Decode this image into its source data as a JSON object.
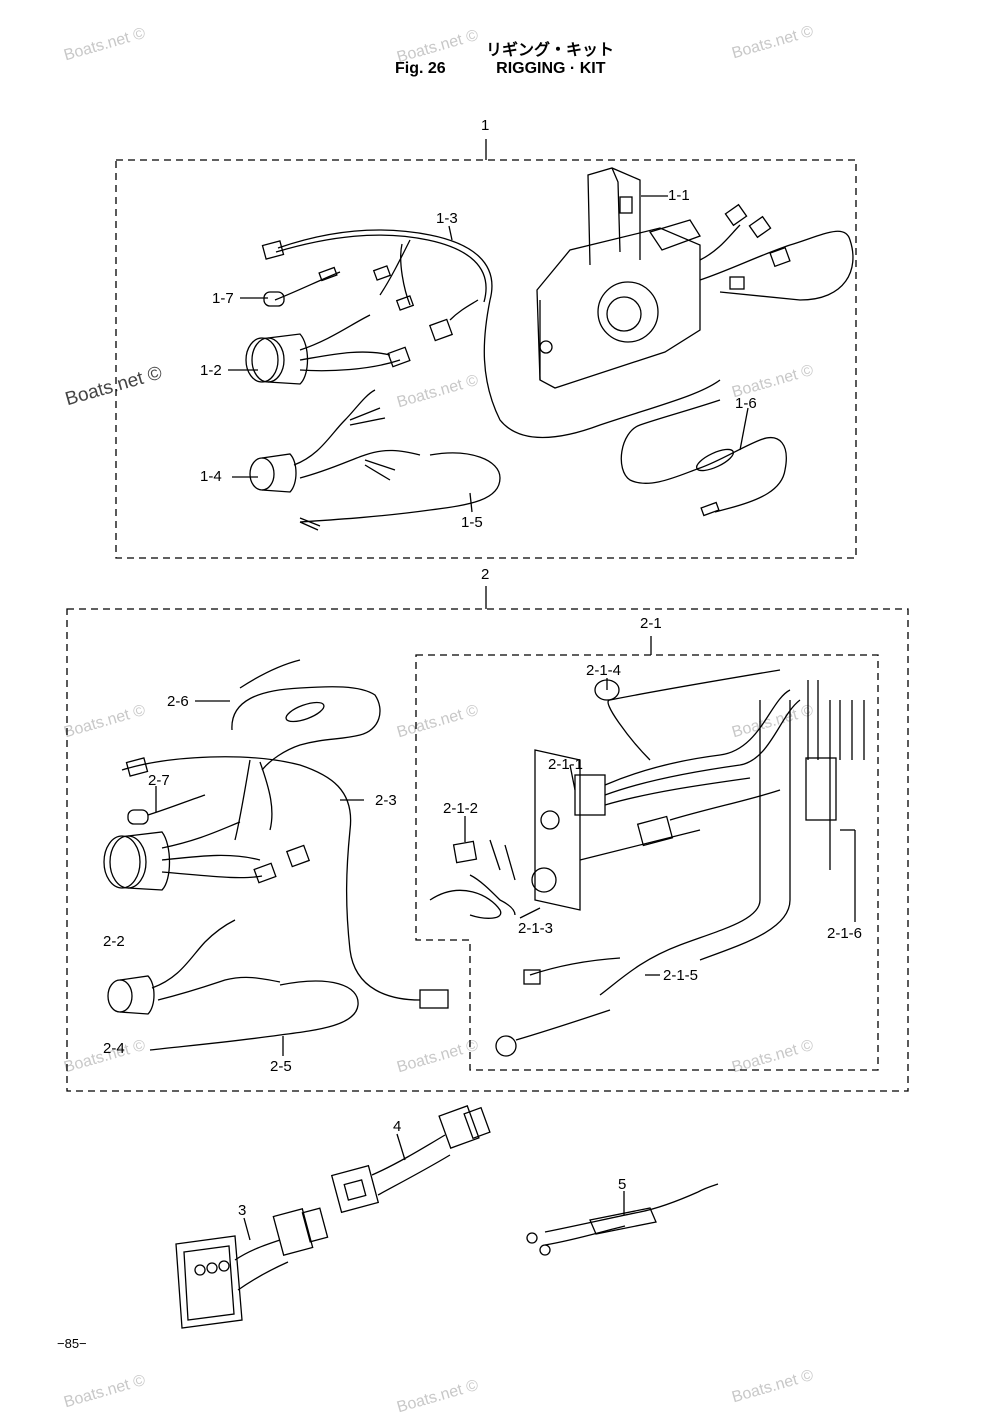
{
  "header": {
    "title_jp": "リギング・キット",
    "fig_label": "Fig. 26",
    "title_en": "RIGGING · KIT"
  },
  "watermark": "Boats.net ©",
  "labels": {
    "g1": "1",
    "p1_1": "1-1",
    "p1_2": "1-2",
    "p1_3": "1-3",
    "p1_4": "1-4",
    "p1_5": "1-5",
    "p1_6": "1-6",
    "p1_7": "1-7",
    "g2": "2",
    "p2_1": "2-1",
    "p2_1_1": "2-1-1",
    "p2_1_2": "2-1-2",
    "p2_1_3": "2-1-3",
    "p2_1_4": "2-1-4",
    "p2_1_5": "2-1-5",
    "p2_1_6": "2-1-6",
    "p2_2": "2-2",
    "p2_3": "2-3",
    "p2_4": "2-4",
    "p2_5": "2-5",
    "p2_6": "2-6",
    "p2_7": "2-7",
    "p3": "3",
    "p4": "4",
    "p5": "5"
  },
  "page_number": "−85−"
}
